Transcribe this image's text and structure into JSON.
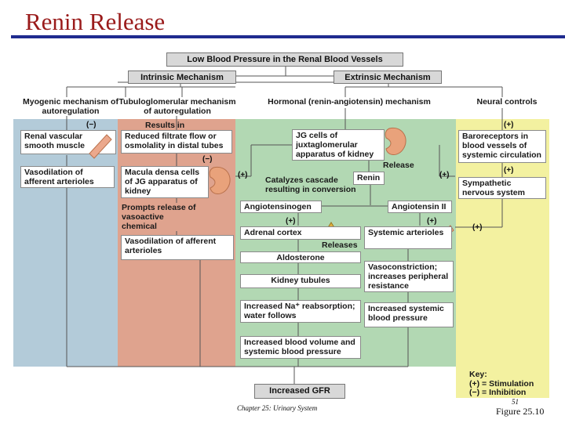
{
  "title": "Renin Release",
  "top_box": "Low Blood Pressure in the Renal Blood Vessels",
  "intrinsic": "Intrinsic Mechanism",
  "extrinsic": "Extrinsic Mechanism",
  "myogenic": "Myogenic mechanism of autoregulation",
  "tubulo": "Tubuloglomerular mechanism of autoregulation",
  "hormonal": "Hormonal (renin-angiotensin) mechanism",
  "neural": "Neural controls",
  "renal_muscle": "Renal vascular smooth muscle",
  "vasodil_1": "Vasodilation of afferent arterioles",
  "results_in": "Results in",
  "reduced_filtrate": "Reduced filtrate flow or osmolality in distal tubes",
  "macula_densa": "Macula densa cells of JG apparatus of kidney",
  "prompts": "Prompts release of vasoactive chemical",
  "vasodil_2": "Vasodilation of afferent arterioles",
  "jg_cells": "JG cells of juxtaglomerular apparatus of kidney",
  "release": "Release",
  "catalyzes": "Catalyzes cascade resulting in conversion",
  "renin": "Renin",
  "angiotensinogen": "Angiotensinogen",
  "angiotensin2": "Angiotensin II",
  "adrenal": "Adrenal cortex",
  "releases": "Releases",
  "systemic_art": "Systemic arterioles",
  "aldosterone": "Aldosterone",
  "kidney_tubules": "Kidney tubules",
  "vasoconstriction": "Vasoconstriction; increases peripheral resistance",
  "na_reabs": "Increased Na⁺ reabsorption; water follows",
  "inc_systemic_bp": "Increased systemic blood pressure",
  "inc_blood_vol": "Increased blood volume and systemic blood pressure",
  "baroreceptors": "Baroreceptors in blood vessels of systemic circulation",
  "sympathetic": "Sympathetic nervous system",
  "increased_gfr": "Increased GFR",
  "key_title": "Key:",
  "key_stim": "(+) = Stimulation",
  "key_inhib": "(−) = Inhibition",
  "plus": "(+)",
  "minus": "(−)",
  "footer": "Chapter 25: Urinary System",
  "page_num": "51",
  "figure": "Figure 25.10",
  "colors": {
    "blue_panel": "#b3cbd9",
    "red_panel": "#dfa38e",
    "green_panel": "#b2d8b3",
    "yellow_panel": "#f3f1a0",
    "title_color": "#9a1b1b",
    "rule_color": "#1f2b8f"
  }
}
